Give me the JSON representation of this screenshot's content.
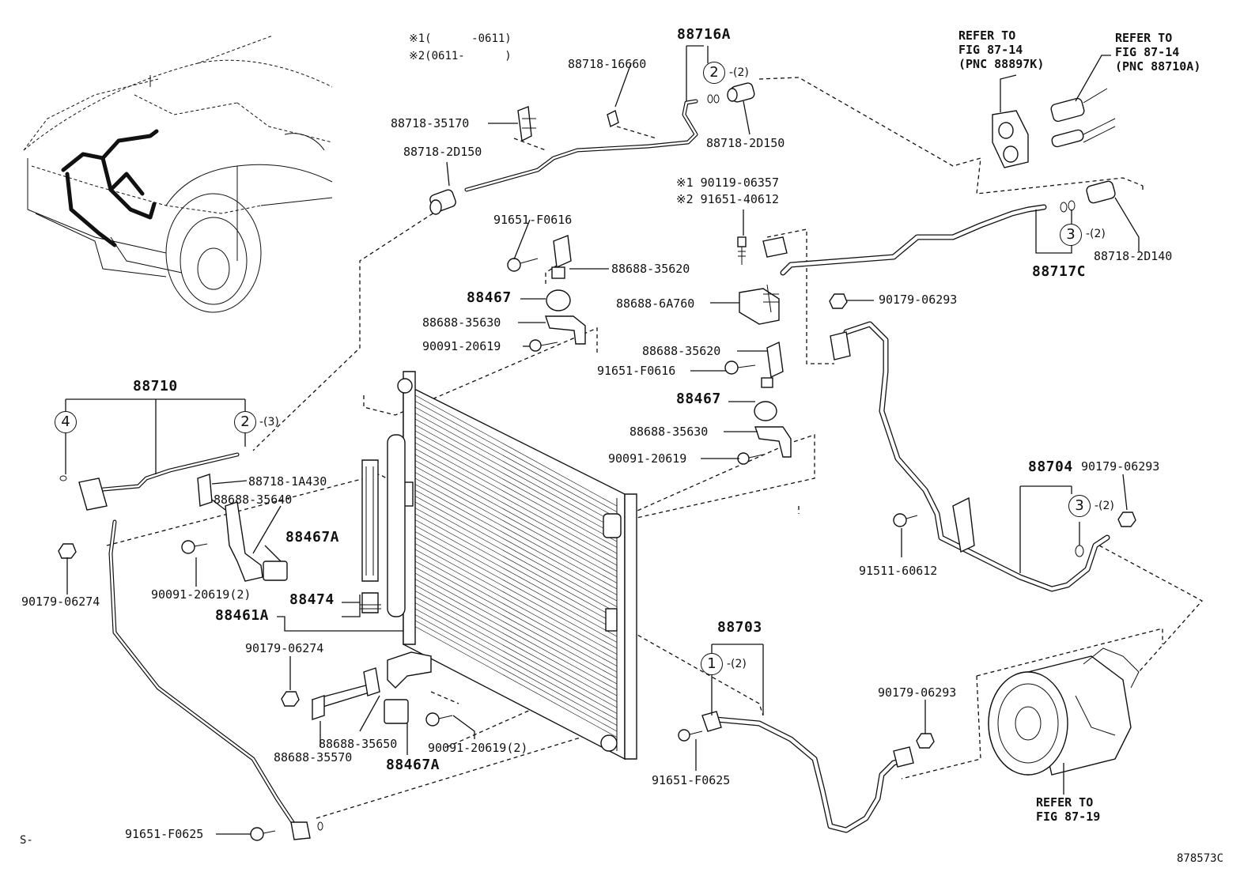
{
  "figure_code": "878573C",
  "corner_mark": "S-",
  "notes": [
    "※1(      -0611)",
    "※2(0611-      )"
  ],
  "parts": {
    "p88716A": "88716A",
    "p88718_16660": "88718-16660",
    "p88718_35170": "88718-35170",
    "p88718_2D150_left": "88718-2D150",
    "p88718_2D150_right": "88718-2D150",
    "p91651_F0616_a": "91651-F0616",
    "p88688_35620_a": "88688-35620",
    "p88467_a": "88467",
    "p88688_35630_a": "88688-35630",
    "p90091_20619_a": "90091-20619",
    "p90119_06357": "※1 90119-06357",
    "p91651_40612": "※2 91651-40612",
    "p88688_6A760": "88688-6A760",
    "p90179_06293_a": "90179-06293",
    "p88717C": "88717C",
    "p88718_2D140": "88718-2D140",
    "p88688_35620_b": "88688-35620",
    "p91651_F0616_b": "91651-F0616",
    "p88467_b": "88467",
    "p88688_35630_b": "88688-35630",
    "p90091_20619_b": "90091-20619",
    "p88710": "88710",
    "p88718_1A430": "88718-1A430",
    "p88688_35640": "88688-35640",
    "p88467A_a": "88467A",
    "p90091_20619_2a": "90091-20619(2)",
    "p90179_06274_a": "90179-06274",
    "p88474": "88474",
    "p88461A": "88461A",
    "p90179_06274_b": "90179-06274",
    "p88688_35650": "88688-35650",
    "p88688_35570": "88688-35570",
    "p88467A_b": "88467A",
    "p90091_20619_2b": "90091-20619(2)",
    "p88704": "88704",
    "p90179_06293_b": "90179-06293",
    "p91511_60612": "91511-60612",
    "p88703": "88703",
    "p90179_06293_c": "90179-06293",
    "p91651_F0625_a": "91651-F0625",
    "p91651_F0625_b": "91651-F0625"
  },
  "circled": {
    "c2_top": "2",
    "c2_top_qty": "-(2)",
    "c3_top": "3",
    "c3_top_qty": "-(2)",
    "c4_left": "4",
    "c2_left": "2",
    "c2_left_qty": "-(3)",
    "c3_right": "3",
    "c3_right_qty": "-(2)",
    "c1_bottom": "1",
    "c1_bottom_qty": "-(2)"
  },
  "references": {
    "ref_87_14_a": "REFER TO\nFIG 87-14\n(PNC 88897K)",
    "ref_87_14_b": "REFER TO\nFIG 87-14\n(PNC 88710A)",
    "ref_87_19": "REFER TO\nFIG 87-19"
  }
}
